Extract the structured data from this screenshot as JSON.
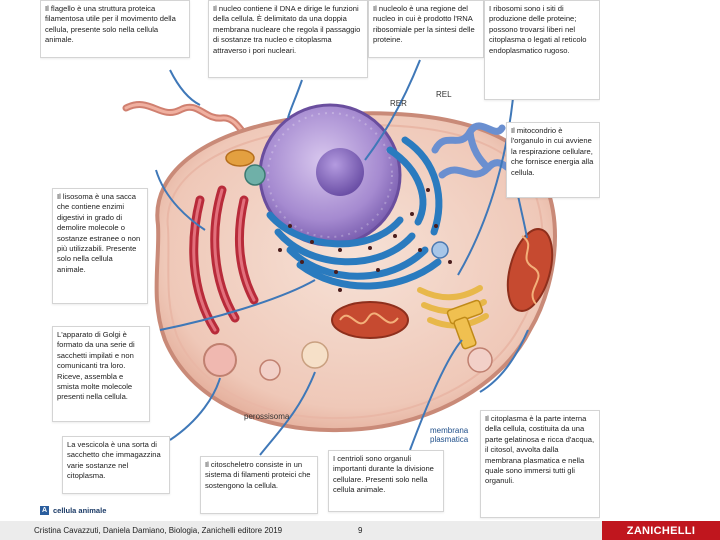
{
  "notes": {
    "flagello": "Il flagello è una struttura proteica filamentosa utile per il movimento della cellula, presente solo nella cellula animale.",
    "nucleo": "Il nucleo contiene il DNA e dirige le funzioni della cellula. È delimitato da una doppia membrana nucleare che regola il passaggio di sostanze tra nucleo e citoplasma attraverso i pori nucleari.",
    "nucleolo": "Il nucleolo è una regione del nucleo in cui è prodotto l'RNA ribosomiale per la sintesi delle proteine.",
    "ribosomi": "I ribosomi sono i siti di produzione delle proteine; possono trovarsi liberi nel citoplasma o legati al reticolo endoplasmatico rugoso.",
    "mitocondrio": "Il mitocondrio è l'organulo in cui avviene la respirazione cellulare, che fornisce energia alla cellula.",
    "lisosoma": "Il lisosoma è una sacca che contiene enzimi digestivi in grado di demolire molecole o sostanze estranee o non più utilizzabili. Presente solo nella cellula animale.",
    "golgi": "L'apparato di Golgi è formato da una serie di sacchetti impilati e non comunicanti tra loro. Riceve, assembla e smista molte molecole presenti nella cellula.",
    "vescicola": "La vescicola è una sorta di sacchetto che immagazzina varie sostanze nel citoplasma.",
    "citoscheletro": "Il citoscheletro consiste in un sistema di filamenti proteici che sostengono la cellula.",
    "centrioli": "I centrioli sono organuli importanti durante la divisione cellulare. Presenti solo nella cellula animale.",
    "citoplasma": "Il citoplasma è la parte interna della cellula, costituita da una parte gelatinosa e ricca d'acqua, il citosol, avvolta dalla membrana plasmatica e nella quale sono immersi tutti gli organuli."
  },
  "labels": {
    "rer": "RER",
    "rel": "REL",
    "perossisoma": "perossisoma",
    "membrana": "membrana plasmatica"
  },
  "figure_tag": {
    "letter": "A",
    "text": "cellula animale"
  },
  "footer": {
    "credit": "Cristina Cavazzuti, Daniela Damiano, Biologia, Zanichelli editore 2019",
    "page": "9",
    "logo": "ZANICHELLI"
  },
  "colors": {
    "accent_red": "#c0161e",
    "note_border": "#d4d4d4",
    "cell_body": "#f3d6c9",
    "nucleus": "#9a80c2",
    "er": "#2a7bbf",
    "mitochondria": "#c64a30",
    "lysosome_er": "#b82b3a"
  }
}
